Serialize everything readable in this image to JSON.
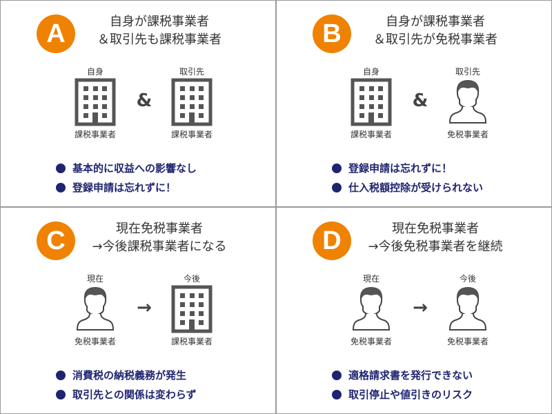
{
  "colors": {
    "badge": "#ef8200",
    "bullet": "#1f2470"
  },
  "panels": [
    {
      "letter": "A",
      "title1": "自身が課税事業者",
      "title2": "＆取引先も課税事業者",
      "left_top": "自身",
      "left_bottom": "課税事業者",
      "left_icon": "building-icon",
      "connector": "&",
      "right_top": "取引先",
      "right_bottom": "課税事業者",
      "right_icon": "building-icon",
      "bullets": [
        "基本的に収益への影響なし",
        "登録申請は忘れずに！"
      ]
    },
    {
      "letter": "B",
      "title1": "自身が課税事業者",
      "title2": "＆取引先が免税事業者",
      "left_top": "自身",
      "left_bottom": "課税事業者",
      "left_icon": "building-icon",
      "connector": "&",
      "right_top": "取引先",
      "right_bottom": "免税事業者",
      "right_icon": "person-icon",
      "bullets": [
        "登録申請は忘れずに！",
        "仕入税額控除が受けられない"
      ]
    },
    {
      "letter": "C",
      "title1": "現在免税事業者",
      "title2": "→今後課税事業者になる",
      "left_top": "現在",
      "left_bottom": "免税事業者",
      "left_icon": "person-icon",
      "connector": "→",
      "right_top": "今後",
      "right_bottom": "課税事業者",
      "right_icon": "building-icon",
      "bullets": [
        "消費税の納税義務が発生",
        "取引先との関係は変わらず"
      ]
    },
    {
      "letter": "D",
      "title1": "現在免税事業者",
      "title2": "→今後免税事業者を継続",
      "left_top": "現在",
      "left_bottom": "免税事業者",
      "left_icon": "person-icon",
      "connector": "→",
      "right_top": "今後",
      "right_bottom": "免税事業者",
      "right_icon": "person-icon",
      "bullets": [
        "適格請求書を発行できない",
        "取引停止や値引きのリスク"
      ]
    }
  ]
}
